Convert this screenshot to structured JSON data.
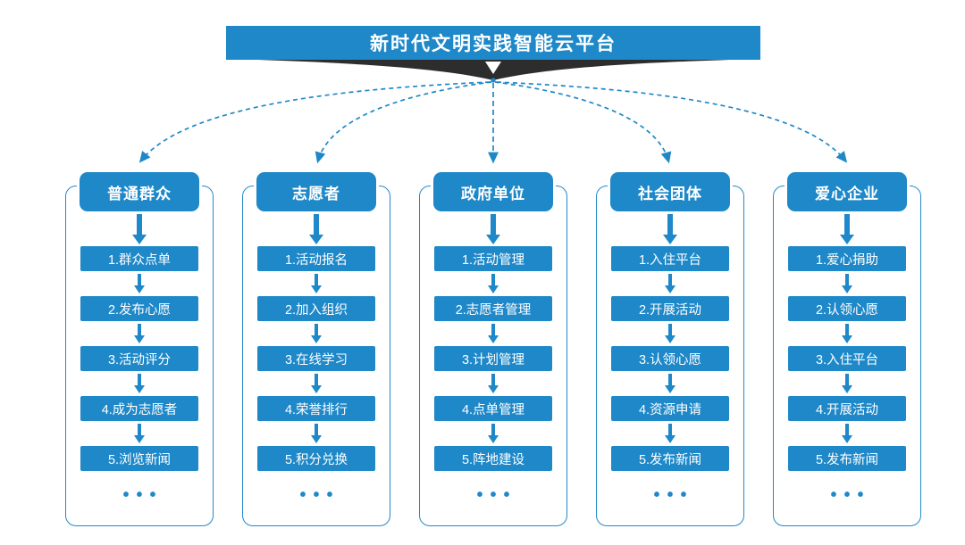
{
  "title": "新时代文明实践智能云平台",
  "ellipsis": "•••",
  "colors": {
    "accent_blue": "#1E88C8",
    "ribbon_dark": "#2D2D2D",
    "background": "#FFFFFF",
    "text_on_blue": "#FFFFFF"
  },
  "columns": [
    {
      "header": "普通群众",
      "items": [
        "1.群众点单",
        "2.发布心愿",
        "3.活动评分",
        "4.成为志愿者",
        "5.浏览新闻"
      ]
    },
    {
      "header": "志愿者",
      "items": [
        "1.活动报名",
        "2.加入组织",
        "3.在线学习",
        "4.荣誉排行",
        "5.积分兑换"
      ]
    },
    {
      "header": "政府单位",
      "items": [
        "1.活动管理",
        "2.志愿者管理",
        "3.计划管理",
        "4.点单管理",
        "5.阵地建设"
      ]
    },
    {
      "header": "社会团体",
      "items": [
        "1.入住平台",
        "2.开展活动",
        "3.认领心愿",
        "4.资源申请",
        "5.发布新闻"
      ]
    },
    {
      "header": "爱心企业",
      "items": [
        "1.爱心捐助",
        "2.认领心愿",
        "3.入住平台",
        "4.开展活动",
        "5.发布新闻"
      ]
    }
  ]
}
